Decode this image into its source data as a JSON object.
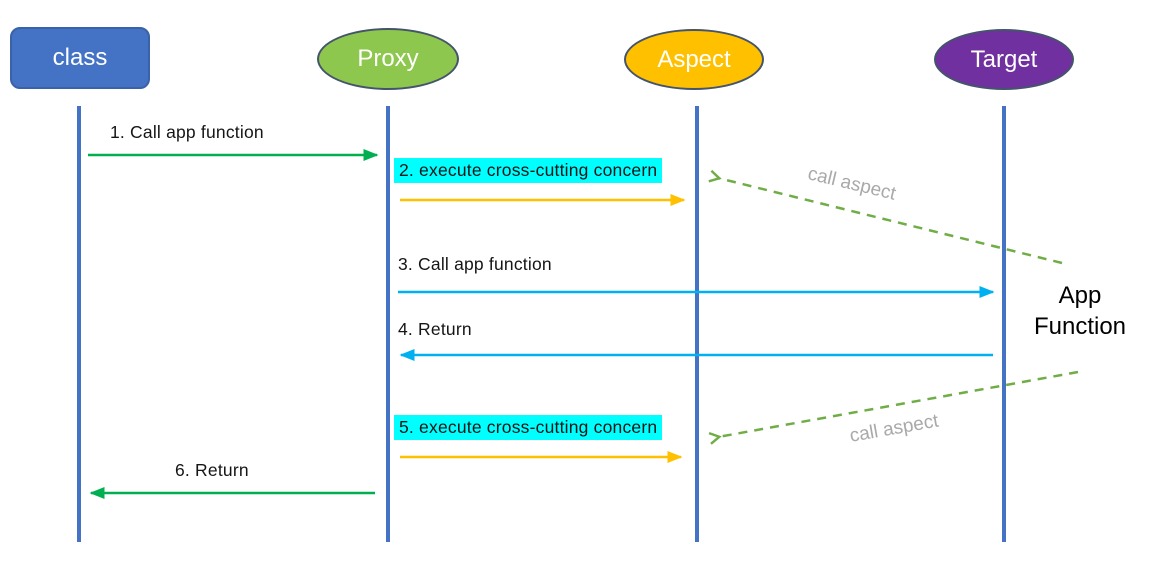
{
  "actors": [
    {
      "label": "class",
      "shape": "rounded-rect",
      "fill": "#4472C4",
      "text_color": "#FFFFFF"
    },
    {
      "label": "Proxy",
      "shape": "ellipse",
      "fill": "#8DC74E",
      "text_color": "#FFFFFF"
    },
    {
      "label": "Aspect",
      "shape": "ellipse",
      "fill": "#FFC000",
      "text_color": "#FFFFFF"
    },
    {
      "label": "Target",
      "shape": "ellipse",
      "fill": "#7030A0",
      "text_color": "#FFFFFF"
    }
  ],
  "messages": [
    {
      "label": "1. Call app function",
      "from": "class",
      "to": "Proxy",
      "color": "#00B050",
      "style": "solid"
    },
    {
      "label": "2. execute cross-cutting concern",
      "from": "Proxy",
      "to": "Aspect",
      "color": "#FFC000",
      "style": "solid",
      "highlight": "#00FFFF"
    },
    {
      "label": "3. Call app function",
      "from": "Proxy",
      "to": "Target",
      "color": "#00B0F0",
      "style": "solid"
    },
    {
      "label": "4. Return",
      "from": "Target",
      "to": "Proxy",
      "color": "#00B0F0",
      "style": "solid"
    },
    {
      "label": "5. execute cross-cutting concern",
      "from": "Proxy",
      "to": "Aspect",
      "color": "#FFC000",
      "style": "solid",
      "highlight": "#00FFFF"
    },
    {
      "label": "6. Return",
      "from": "Proxy",
      "to": "class",
      "color": "#00B050",
      "style": "solid"
    }
  ],
  "dashed_links": [
    {
      "label": "call aspect",
      "from": "App Function",
      "to": "Aspect",
      "color": "#70AD47",
      "style": "dashed",
      "position": "top"
    },
    {
      "label": "call aspect",
      "from": "App Function",
      "to": "Aspect",
      "color": "#70AD47",
      "style": "dashed",
      "position": "bottom"
    }
  ],
  "annotations": {
    "app_function": "App\nFunction",
    "call_aspect_top": "call aspect",
    "call_aspect_bottom": "call aspect"
  },
  "colors": {
    "lifeline": "#4472C4",
    "green_arrow": "#00B050",
    "orange_arrow": "#FFC000",
    "blue_arrow": "#00B0F0",
    "dashed_green": "#70AD47",
    "highlight": "#00FFFF",
    "annotation_gray": "#A9A9A9",
    "label_text": "#151515"
  }
}
